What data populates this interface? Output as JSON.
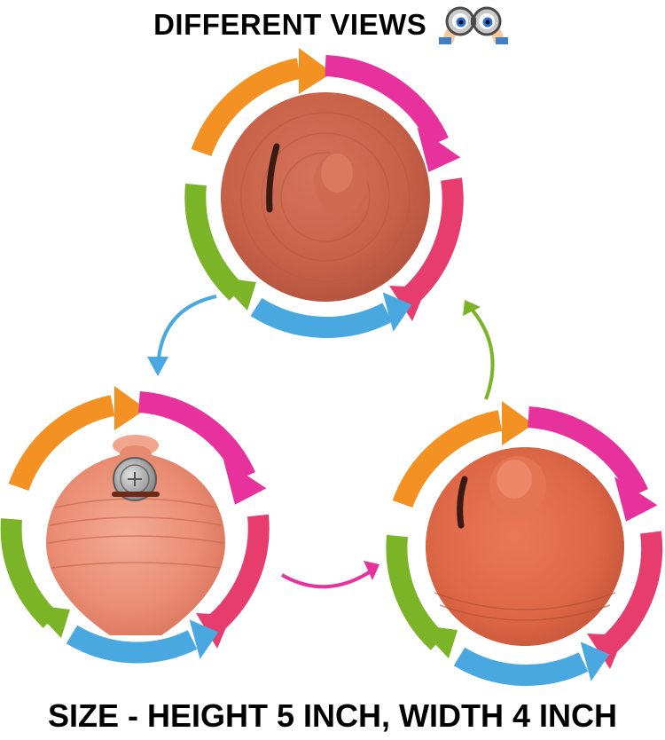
{
  "title": "DIFFERENT VIEWS",
  "footer": "SIZE - HEIGHT 5 INCH, WIDTH 4 INCH",
  "colors": {
    "orange": "#f39223",
    "magenta": "#e7329e",
    "pink": "#e73c6e",
    "blue": "#49a8e0",
    "green": "#7cb428",
    "clay": "#d06a4c",
    "clay_light": "#e58d73",
    "clay_dark": "#a8462f"
  },
  "icons": [
    "binoculars-icon",
    "cycle-arrows-icon",
    "connector-arrow-icon",
    "coin-icon"
  ],
  "views": [
    {
      "name": "top-view"
    },
    {
      "name": "front-view"
    },
    {
      "name": "side-view"
    }
  ]
}
